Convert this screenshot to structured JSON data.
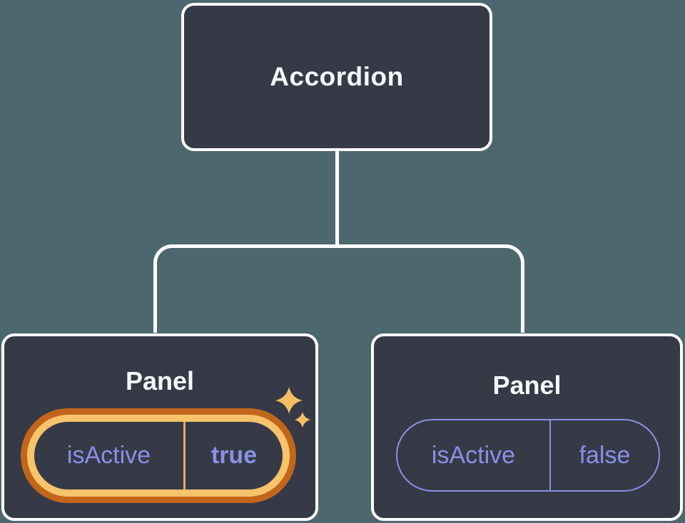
{
  "diagram": {
    "description": "Component tree: Accordion parent passing isActive prop to two Panel children",
    "colors": {
      "background": "#4D676E",
      "node_fill": "#353A46",
      "node_border": "#FFFFFF",
      "title_text": "#F5F7FA",
      "prop_text": "#8A90E8",
      "highlight_ring_outer": "#C2661C",
      "highlight_ring_inner": "#F7C36B",
      "highlight_divider": "#E8AC58",
      "sparkle": "#F5BE62"
    },
    "root": {
      "label": "Accordion"
    },
    "children": [
      {
        "label": "Panel",
        "prop": {
          "name": "isActive",
          "value": "true"
        },
        "highlighted": true
      },
      {
        "label": "Panel",
        "prop": {
          "name": "isActive",
          "value": "false"
        },
        "highlighted": false
      }
    ]
  }
}
